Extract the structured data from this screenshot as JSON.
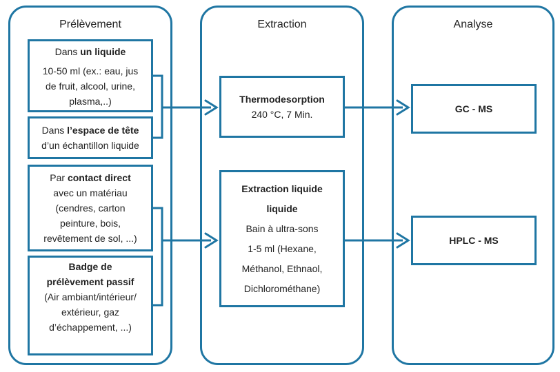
{
  "columns": {
    "prelevement": "Prélèvement",
    "extraction": "Extraction",
    "analyse": "Analyse"
  },
  "sampling": [
    {
      "prefix": "Dans ",
      "bold": "un liquide",
      "details": [
        "10-50 ml (ex.: eau, jus",
        "de fruit, alcool, urine,",
        "plasma,..)"
      ]
    },
    {
      "prefix": "Dans ",
      "bold": "l’espace de tête",
      "details": [
        "d’un échantillon liquide"
      ]
    },
    {
      "prefix": "Par ",
      "bold": "contact direct",
      "details": [
        "avec un matériau",
        "(cendres, carton",
        "peinture, bois,",
        "revêtement de sol, ...)"
      ]
    },
    {
      "prefix": "",
      "bold": "Badge de",
      "bold2": "prélèvement passif",
      "details": [
        "(Air ambiant/intérieur/",
        "extérieur, gaz",
        "d’échappement, ...)"
      ]
    }
  ],
  "extraction": [
    {
      "title": "Thermodesorption",
      "details": [
        "240 °C, 7 Min."
      ]
    },
    {
      "title": "Extraction liquide",
      "title2": "liquide",
      "details": [
        "Bain à ultra-sons",
        "1-5 ml (Hexane,",
        "Méthanol, Ethnaol,",
        "Dichlorométhane)"
      ]
    }
  ],
  "analysis": [
    {
      "label": "GC - MS"
    },
    {
      "label": "HPLC - MS"
    }
  ]
}
